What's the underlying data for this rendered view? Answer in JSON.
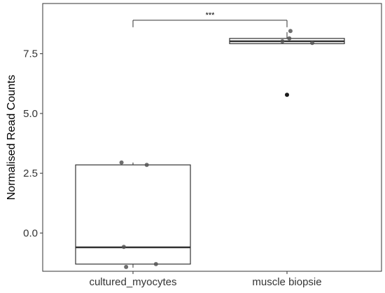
{
  "chart_data": {
    "type": "box",
    "title": "",
    "xlabel": "",
    "ylabel": "Normalised Read Counts",
    "categories": [
      "cultured_myocytes",
      "muscle biopsie"
    ],
    "ylim": [
      -1.6,
      9.6
    ],
    "yticks": [
      0.0,
      2.5,
      5.0,
      7.5
    ],
    "ytick_labels": [
      "0.0",
      "2.5",
      "5.0",
      "7.5"
    ],
    "grid": false,
    "legend": "none",
    "boxes": [
      {
        "category": "cultured_myocytes",
        "whisker_low": -1.45,
        "q1": -1.3,
        "median": -0.6,
        "q3": 2.85,
        "whisker_high": 2.95,
        "outliers": []
      },
      {
        "category": "muscle biopsie",
        "whisker_low": 7.92,
        "q1": 7.92,
        "median": 8.02,
        "q3": 8.14,
        "whisker_high": 8.4,
        "outliers": [
          5.78
        ]
      }
    ],
    "points": [
      {
        "category": "cultured_myocytes",
        "jitter": -0.1,
        "y": 2.95
      },
      {
        "category": "cultured_myocytes",
        "jitter": 0.12,
        "y": 2.85
      },
      {
        "category": "cultured_myocytes",
        "jitter": -0.08,
        "y": -0.58
      },
      {
        "category": "cultured_myocytes",
        "jitter": -0.06,
        "y": -1.42
      },
      {
        "category": "cultured_myocytes",
        "jitter": 0.2,
        "y": -1.3
      },
      {
        "category": "muscle biopsie",
        "jitter": 0.03,
        "y": 8.45
      },
      {
        "category": "muscle biopsie",
        "jitter": 0.02,
        "y": 8.14
      },
      {
        "category": "muscle biopsie",
        "jitter": -0.04,
        "y": 8.02
      },
      {
        "category": "muscle biopsie",
        "jitter": 0.22,
        "y": 7.95
      }
    ],
    "significance": {
      "from": "cultured_myocytes",
      "to": "muscle biopsie",
      "y": 8.9,
      "label": "***"
    },
    "colors": {
      "box_stroke": "#333333",
      "box_fill": "#ffffff",
      "point": "#555555",
      "outlier": "#1a1a1a",
      "axis": "#333333",
      "text": "#333333"
    }
  }
}
